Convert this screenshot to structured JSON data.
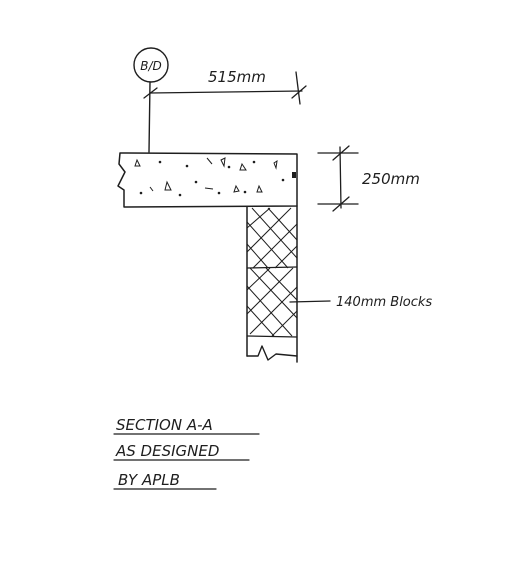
{
  "gridline_label": "B/D",
  "dimensions": {
    "overhang": "515mm",
    "slab_thickness": "250mm"
  },
  "wall_label": "140mm Blocks",
  "title_block": {
    "line1": "SECTION A-A",
    "line2": "AS DESIGNED",
    "line3": "BY APLB"
  },
  "colors": {
    "ink": "#1e1e1e",
    "paper": "#ffffff"
  }
}
